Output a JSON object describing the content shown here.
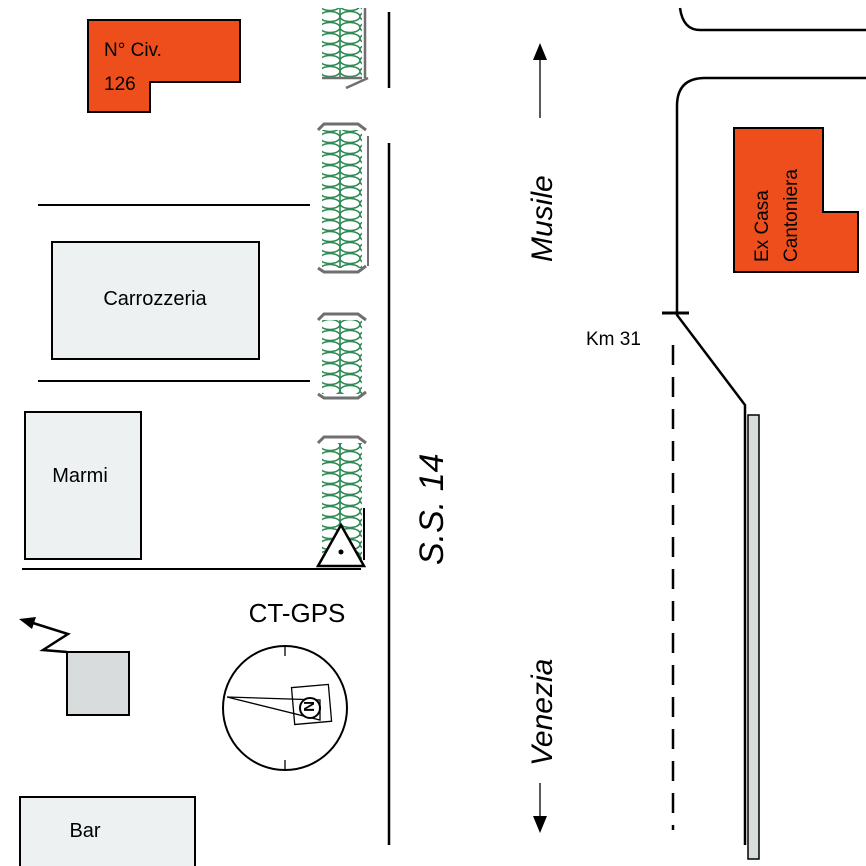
{
  "labels": {
    "house_number_line1": "N° Civ.",
    "house_number_line2": "126",
    "carrozzeria": "Carrozzeria",
    "marmi": "Marmi",
    "bar": "Bar",
    "station": "CT-GPS",
    "road": "S.S. 14",
    "direction_north": "Musile",
    "direction_south": "Venezia",
    "km_marker": "Km 31",
    "ex_casa_line1": "Ex Casa",
    "ex_casa_line2": "Cantoniera",
    "compass_n": "N"
  },
  "colors": {
    "building_orange": "#ee4e1c",
    "building_grey": "#eef1f2",
    "building_dark_grey": "#e6e8e8",
    "hedge_green": "#2f8a55",
    "hedge_frame": "#6f6f6f"
  },
  "icons": {
    "station_marker": "triangle-marker-icon",
    "compass": "compass-icon",
    "antenna": "lightning-antenna-icon",
    "arrow_up": "arrow-up-icon",
    "arrow_down": "arrow-down-icon"
  }
}
